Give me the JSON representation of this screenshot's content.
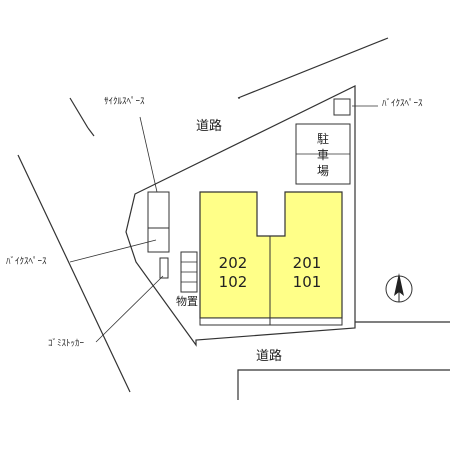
{
  "labels": {
    "cycle_space": "ｻｲｸﾙｽﾍﾟｰｽ",
    "bike_space_right": "ﾊﾞｲｸｽﾍﾟｰｽ",
    "bike_space_left": "ﾊﾞｲｸｽﾍﾟｰｽ",
    "garbage_stocker": "ｺﾞﾐｽﾄｯｶｰ",
    "storage": "物置",
    "road_top": "道路",
    "road_bottom": "道路",
    "parking_1": "駐",
    "parking_2": "車",
    "parking_3": "場"
  },
  "units": {
    "left_upper": "202",
    "left_lower": "102",
    "right_upper": "201",
    "right_lower": "101"
  },
  "colors": {
    "building_fill": "#ffff88",
    "line": "#333333"
  },
  "icons": {
    "north": "north-arrow-icon"
  }
}
